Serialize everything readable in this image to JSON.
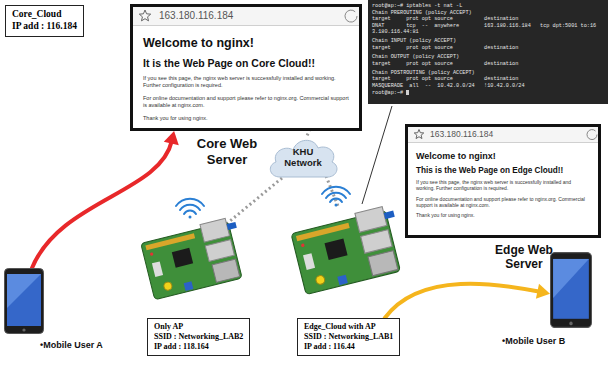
{
  "diagram": {
    "nodes": [
      {
        "text": [
          "Core_Cloud",
          "IP add : 116.184"
        ]
      },
      {
        "text": [
          "163.180.116.184",
          "Welcome to nginx!",
          "It is the Web Page on Core Cloud!!",
          "If you see this page, the nginx web server is successfully installed and working. Further configuration is required.",
          "For online documentation and support please refer to nginx.org. Commercial support is available at nginx.com.",
          "Thank you for using nginx."
        ]
      },
      {
        "text": [
          "root@ap:~# iptables -t nat -L",
          "Chain PREROUTING (policy ACCEPT)",
          "target     prot opt source          destination",
          "DNAT       tcp  --  anywhere        163.180.116.184   tcp dpt:5001 to:16",
          "3.180.116.44:81",
          "Chain INPUT (policy ACCEPT)",
          "target     prot opt source          destination",
          "Chain OUTPUT (policy ACCEPT)",
          "target     prot opt source          destination",
          "Chain POSTROUTING (policy ACCEPT)",
          "target     prot opt source          destination",
          "MASQUERADE  all  --  10.42.0.0/24   !10.42.0.0/24",
          "root@ap:~#"
        ]
      },
      {
        "text": [
          "KHU Network"
        ]
      },
      {
        "text": [
          "163.180.116.184",
          "Welcome to nginx!",
          "This is the Web Page on Edge Cloud!!",
          "If you see this page, the nginx web server is successfully installed and working. Further configuration is required.",
          "For online documentation and support please refer to nginx.org. Commercial support is available at nginx.com.",
          "Thank you for using nginx."
        ]
      },
      {
        "text": [
          "•Mobile User A"
        ]
      },
      {
        "text": [
          "Only AP",
          "SSID : Networking_LAB2",
          "IP add : 118.164"
        ]
      },
      {
        "text": [
          "Edge_Cloud with AP",
          "SSID : Networking_LAB1",
          "IP add : 116.44"
        ]
      },
      {
        "text": [
          "•Mobile User B"
        ]
      }
    ],
    "edges": [
      {
        "from": 5,
        "to": 1,
        "arrow": "to"
      },
      {
        "from": 7,
        "to": 8,
        "arrow": "to"
      }
    ],
    "labels": [
      "Core Web Server",
      "Edge Web Server"
    ]
  }
}
